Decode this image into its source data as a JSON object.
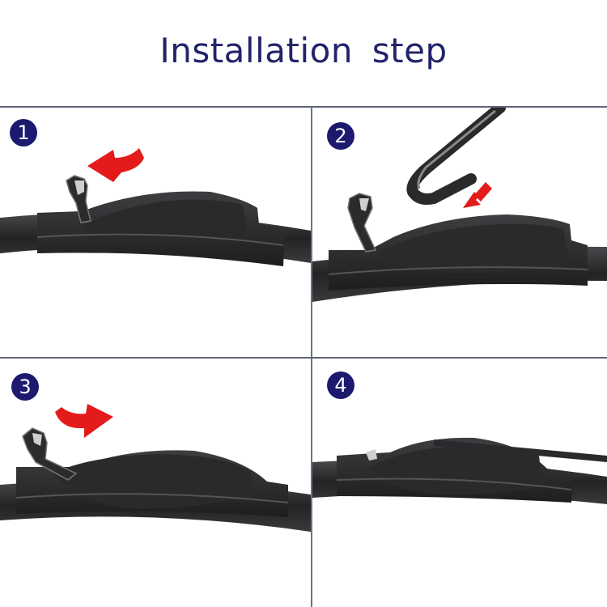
{
  "page": {
    "title": "Installation  step"
  },
  "steps": [
    {
      "number": "1",
      "action": "lift clip",
      "arrow": "curved-left"
    },
    {
      "number": "2",
      "action": "insert wiper arm hook",
      "arrow": "diagonal-down-left"
    },
    {
      "number": "3",
      "action": "close clip",
      "arrow": "curved-right"
    },
    {
      "number": "4",
      "action": "installed",
      "arrow": "none"
    }
  ],
  "colors": {
    "title": "#22236a",
    "badge": "#1b1a6f",
    "grid_line": "#5e6478",
    "arrow": "#e31b1b",
    "blade": "#2b2b2d"
  }
}
